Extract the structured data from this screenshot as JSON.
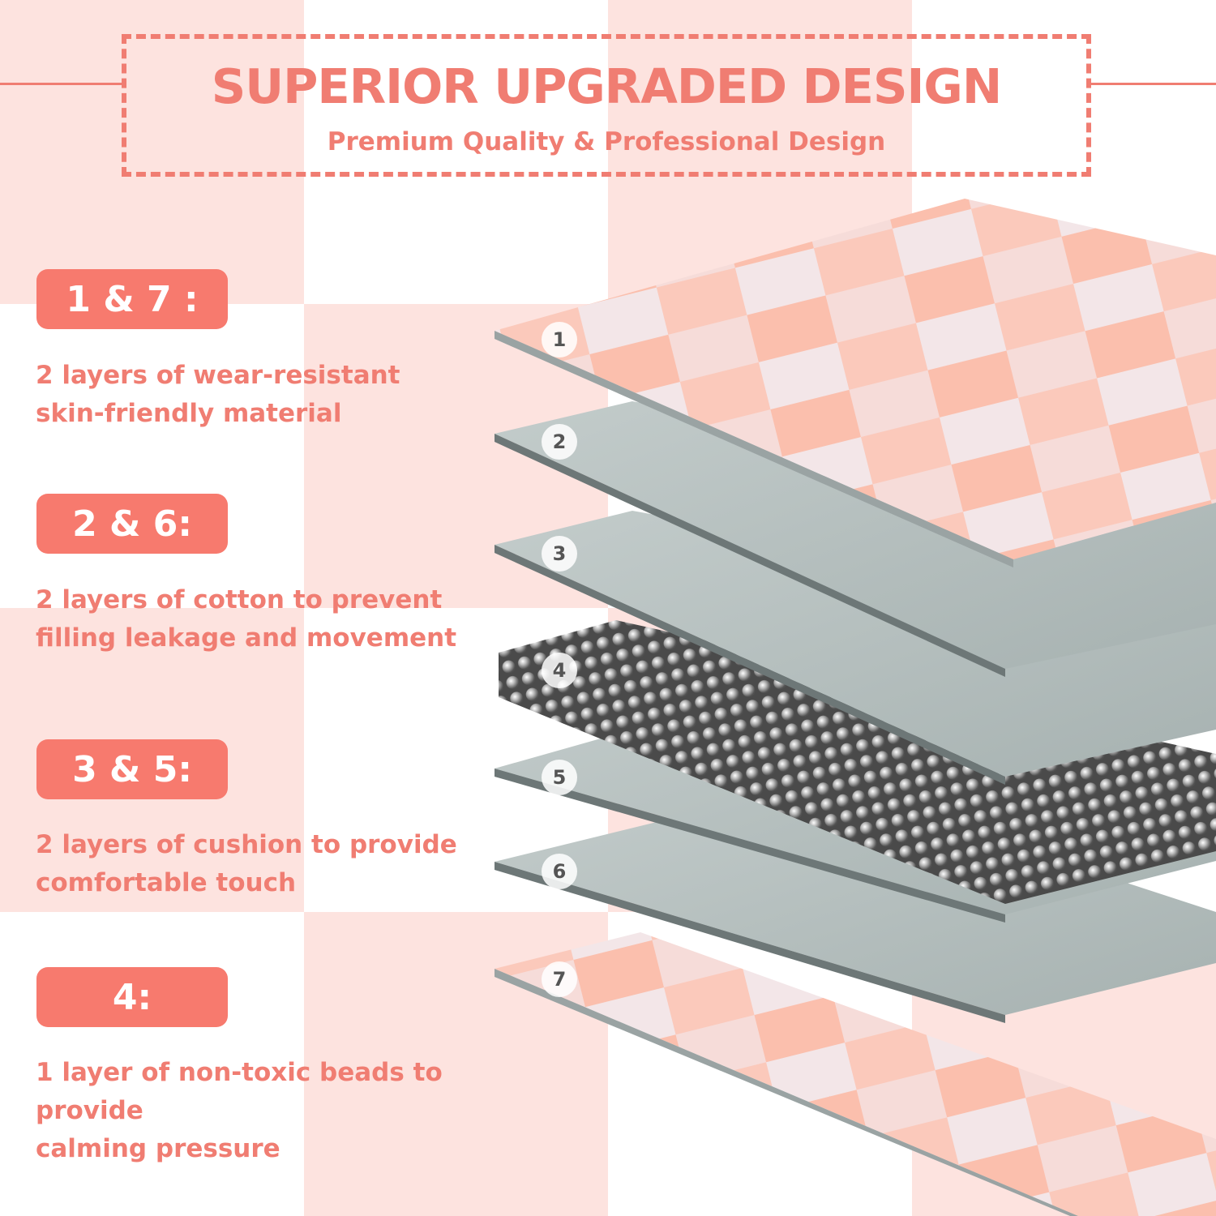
{
  "header": {
    "title": "SUPERIOR UPGRADED DESIGN",
    "subtitle": "Premium Quality & Professional Design"
  },
  "features": [
    {
      "badge": "1 & 7 :",
      "description": " 2 layers of wear-resistant\nskin-friendly material"
    },
    {
      "badge": "2 & 6:",
      "description": "2 layers of cotton to prevent\nfilling leakage and movement"
    },
    {
      "badge": "3 & 5:",
      "description": " 2 layers of cushion to provide\ncomfortable touch"
    },
    {
      "badge": "4:",
      "description": "1 layer of non-toxic beads to provide\ncalming pressure"
    }
  ],
  "layers": {
    "labels": [
      "1",
      "2",
      "3",
      "4",
      "5",
      "6",
      "7"
    ]
  },
  "colors": {
    "accent": "#f07d72",
    "badge_bg": "#f77a6e",
    "bg_pink": "#fde3df",
    "fabric_peach": "#fbbfad",
    "fabric_white": "#f3e6e8",
    "cotton_gray": "#b7c1c0",
    "bead_dark": "#5a5a5a"
  }
}
